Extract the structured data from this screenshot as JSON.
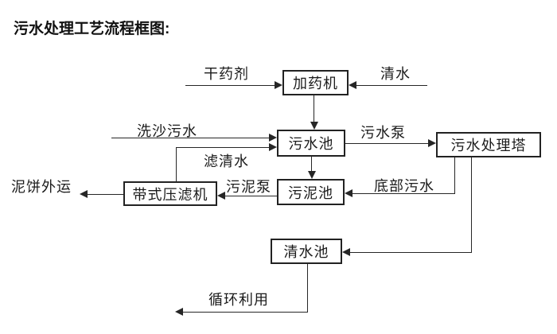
{
  "title": "污水处理工艺流程框图:",
  "nodes": {
    "dosing_machine": "加药机",
    "sewage_pool": "污水池",
    "treatment_tower": "污水处理塔",
    "belt_filter_press": "带式压滤机",
    "sludge_pool": "污泥池",
    "clean_water_pool": "清水池"
  },
  "labels": {
    "dry_chemical": "干药剂",
    "clean_water": "清水",
    "sand_washing_sewage": "洗沙污水",
    "filtered_water": "滤清水",
    "sewage_pump": "污水泵",
    "bottom_sewage": "底部污水",
    "sludge_pump": "污泥泵",
    "mud_cake_out": "泥饼外运",
    "recycle_use": "循环利用"
  },
  "colors": {
    "line": "#262626",
    "background": "#ffffff",
    "text": "#1b1b1b"
  }
}
